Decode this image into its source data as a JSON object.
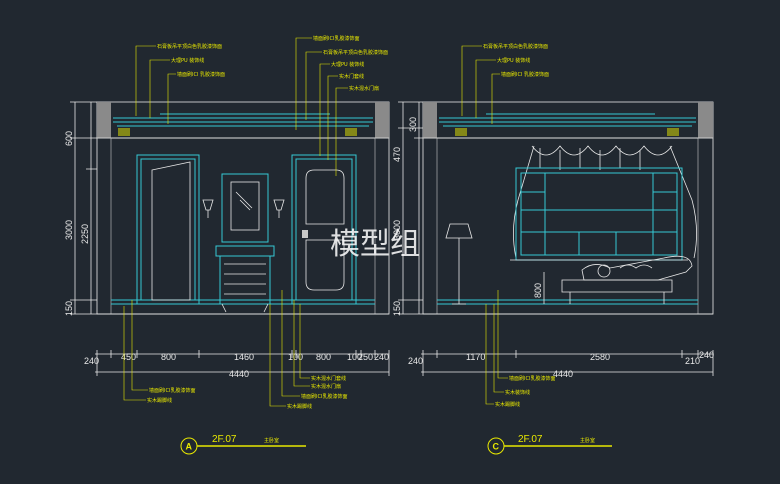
{
  "watermark": "模型组",
  "elevation_a": {
    "circle_label": "A",
    "title": "2F.07",
    "subtitle": "主卧室",
    "top_notes": [
      "石膏板吊平顶白色乳胶漆饰面",
      "大理PU 装饰线",
      "墙面刷ICI 乳胶漆饰面"
    ],
    "right_top_notes": [
      "墙面刷ICI乳胶漆饰面",
      "石膏板吊平顶白色乳胶漆饰面",
      "大理PU 装饰线",
      "实木门套线",
      "实木混水门扇"
    ],
    "bottom_notes": [
      "墙面刷ICI乳胶漆饰面",
      "实木踢脚线"
    ],
    "bottom_right_notes": [
      "实木混水门套线",
      "实木混水门扇",
      "墙面刷ICI乳胶漆饰面",
      "实木踢脚线"
    ],
    "left_dims": [
      "600",
      "3000",
      "2250",
      "150"
    ],
    "bottom_dims": [
      "240",
      "450",
      "800",
      "1460",
      "100",
      "800",
      "100",
      "250",
      "240"
    ],
    "total_dim": "4440"
  },
  "elevation_c": {
    "circle_label": "C",
    "title": "2F.07",
    "subtitle": "主卧室",
    "top_notes": [
      "石膏板吊平顶白色乳胶漆饰面",
      "大理PU 装饰线",
      "墙面刷ICI 乳胶漆饰面"
    ],
    "bottom_notes": [
      "墙面刷ICI乳胶漆饰面",
      "实木装饰线",
      "实木踢脚线"
    ],
    "left_dims": [
      "470",
      "300",
      "3000",
      "150"
    ],
    "inner_dim": "800",
    "bottom_dims": [
      "240",
      "1170",
      "2580",
      "210",
      "240"
    ],
    "total_dim": "4440"
  }
}
